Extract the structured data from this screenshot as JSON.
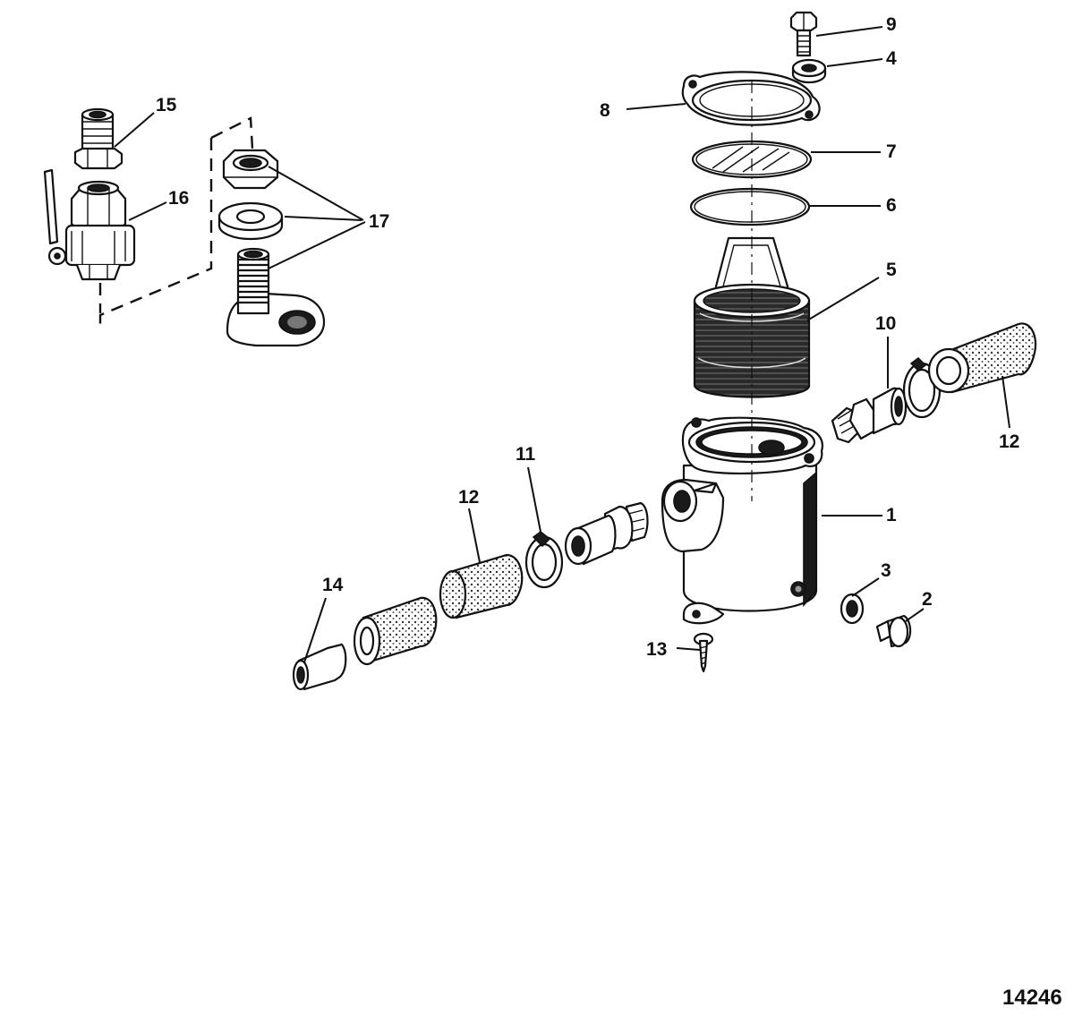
{
  "diagram": {
    "figure_number": "14246",
    "callouts": {
      "c1": "1",
      "c2": "2",
      "c3": "3",
      "c4": "4",
      "c5": "5",
      "c6": "6",
      "c7": "7",
      "c8": "8",
      "c9": "9",
      "c10": "10",
      "c11": "11",
      "c12a": "12",
      "c12b": "12",
      "c13": "13",
      "c14": "14",
      "c15": "15",
      "c16": "16",
      "c17": "17"
    }
  }
}
